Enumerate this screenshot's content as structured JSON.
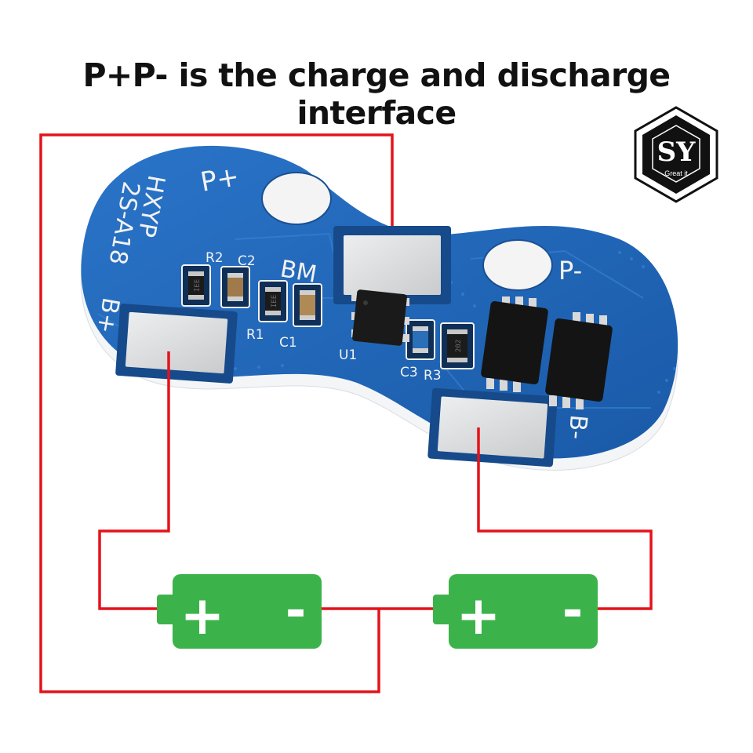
{
  "title": "P+P- is the charge and discharge interface",
  "logo": {
    "letters": "SY",
    "tagline": "Great it"
  },
  "board": {
    "model_line1": "HXYP",
    "model_line2": "2S-A18",
    "pad_labels": {
      "p_plus": "P+",
      "p_minus": "P-",
      "bm": "BM",
      "b_plus": "B+",
      "b_minus": "B-"
    },
    "component_labels": {
      "r2": "R2",
      "c2": "C2",
      "r1": "R1",
      "c1": "C1",
      "u1": "U1",
      "c3": "C3",
      "r3": "R3"
    },
    "resistor_marks": {
      "r2": "IEE",
      "r1": "IEE",
      "r3": "202"
    }
  },
  "batteries": [
    {
      "plus": "+",
      "minus": "-"
    },
    {
      "plus": "+",
      "minus": "-"
    }
  ],
  "colors": {
    "pcb": "#1f64b6",
    "pcb_dark": "#174f94",
    "wire": "#e3131b",
    "battery": "#3cb34a",
    "pad": "#d4d6d8",
    "title": "#111111"
  }
}
